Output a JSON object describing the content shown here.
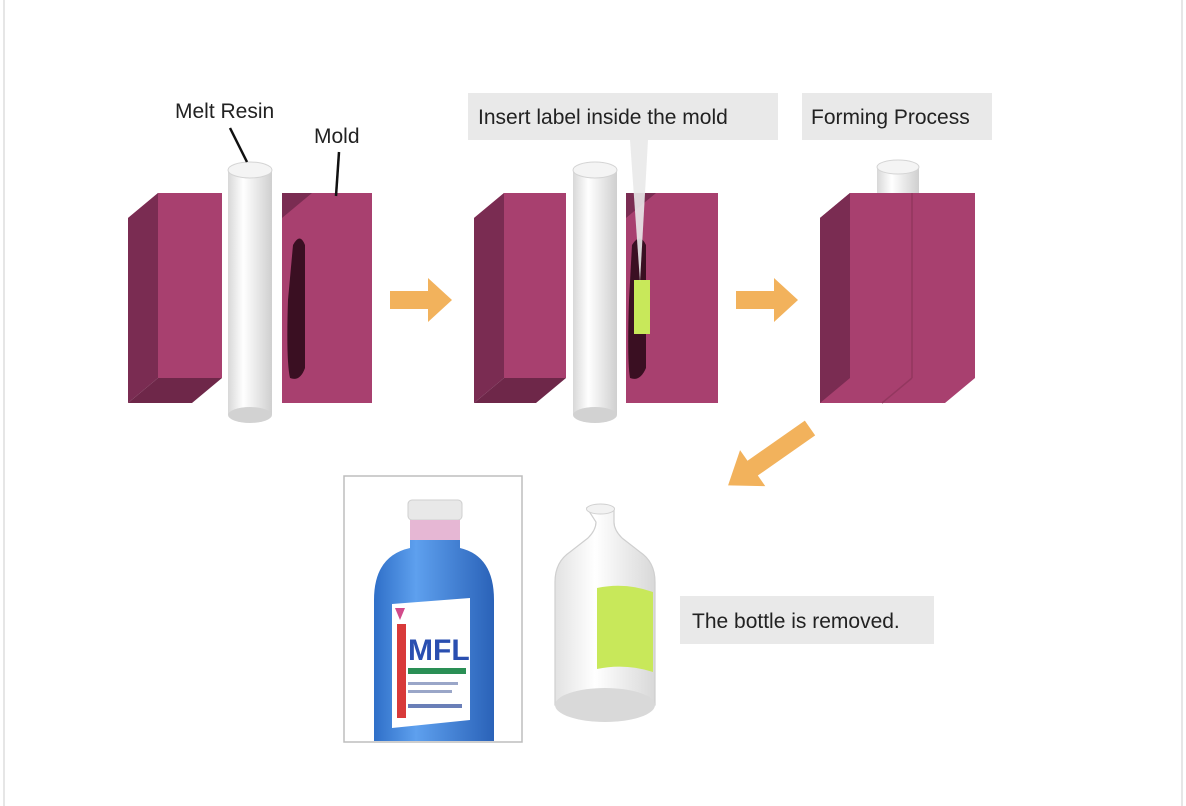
{
  "labels": {
    "melt_resin": "Melt Resin",
    "mold": "Mold",
    "insert_label": "Insert label inside the mold",
    "forming_process": "Forming Process",
    "bottle_removed": "The bottle is removed."
  },
  "product_photo": {
    "brand": "MFL"
  },
  "colors": {
    "mold_front": "#a8406f",
    "mold_side": "#7a2c52",
    "mold_top": "#c0507f",
    "arrow": "#f2b25c",
    "label_insert": "#c8e85a",
    "caption_box": "#e9e9e9",
    "photo_bottle": "#3a7fd6"
  }
}
